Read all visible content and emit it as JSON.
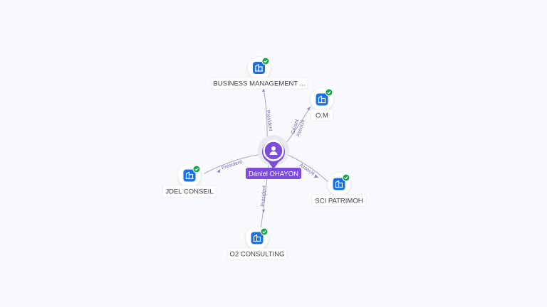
{
  "colors": {
    "background": "#f8f9fc",
    "company_icon": "#1a6fe0",
    "verified_badge": "#1aa34a",
    "person_accent": "#7c4ddb",
    "edge": "#a8a7c8",
    "edge_label": "#6c6ab0"
  },
  "center": {
    "name": "Daniel OHAYON",
    "icon": "person-icon"
  },
  "companies": [
    {
      "id": "bm",
      "name": "BUSINESS MANAGEMENT ...",
      "icon": "building-icon",
      "badge": "check-badge-icon",
      "relations": [
        "Président"
      ]
    },
    {
      "id": "om",
      "name": "O.M",
      "icon": "building-icon",
      "badge": "check-badge-icon",
      "relations": [
        "Gérant",
        "Associé"
      ]
    },
    {
      "id": "jdel",
      "name": "JDEL CONSEIL",
      "icon": "building-icon",
      "badge": "check-badge-icon",
      "relations": [
        "Président"
      ]
    },
    {
      "id": "sci",
      "name": "SCI PATRIMOH",
      "icon": "building-icon",
      "badge": "check-badge-icon",
      "relations": [
        "Associé"
      ]
    },
    {
      "id": "o2",
      "name": "O2 CONSULTING",
      "icon": "building-icon",
      "badge": "check-badge-icon",
      "relations": [
        "Président"
      ]
    }
  ]
}
